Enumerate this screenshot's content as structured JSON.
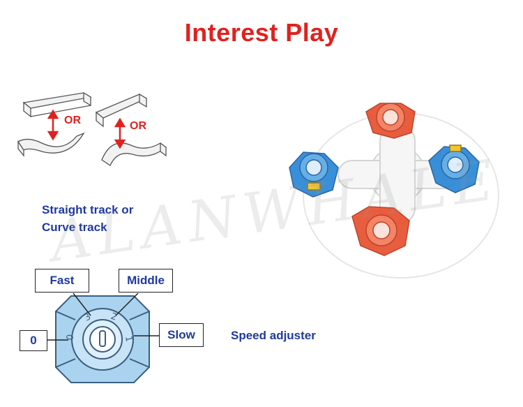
{
  "title": "Interest Play",
  "track": {
    "or_label_1": "OR",
    "or_label_2": "OR",
    "caption_line1": "Straight track or",
    "caption_line2": "Curve track"
  },
  "speed": {
    "fast_label": "Fast",
    "middle_label": "Middle",
    "zero_label": "0",
    "slow_label": "Slow",
    "dial_numbers": [
      "0",
      "3",
      "2",
      "1"
    ],
    "caption": "Speed adjuster"
  },
  "watermark": "ALANWHALE",
  "colors": {
    "title_red": "#e0221f",
    "text_blue": "#1f3a9e",
    "dial_blue": "#a9d3ef",
    "spinner_red": "#e8502f",
    "spinner_blue": "#2a86d6"
  }
}
